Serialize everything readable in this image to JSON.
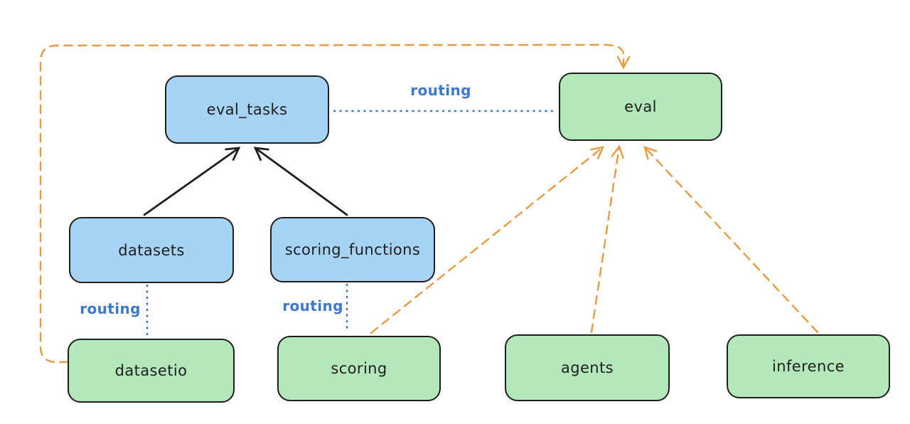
{
  "diagram": {
    "colors": {
      "background": "#ffffff",
      "stroke": "#1e1e1e",
      "blue_fill": "#a7d4f5",
      "green_fill": "#b4e8ba",
      "orange": "#e9993f",
      "blue_line": "#3d78c9"
    },
    "nodes": [
      {
        "id": "eval_tasks",
        "label": "eval_tasks",
        "color": "blue"
      },
      {
        "id": "eval",
        "label": "eval",
        "color": "green"
      },
      {
        "id": "datasets",
        "label": "datasets",
        "color": "blue"
      },
      {
        "id": "scoring_functions",
        "label": "scoring_functions",
        "color": "blue"
      },
      {
        "id": "datasetio",
        "label": "datasetio",
        "color": "green"
      },
      {
        "id": "scoring",
        "label": "scoring",
        "color": "green"
      },
      {
        "id": "agents",
        "label": "agents",
        "color": "green"
      },
      {
        "id": "inference",
        "label": "inference",
        "color": "green"
      }
    ],
    "edges": [
      {
        "from": "datasets",
        "to": "eval_tasks",
        "style": "solid-black-arrow",
        "label": ""
      },
      {
        "from": "scoring_functions",
        "to": "eval_tasks",
        "style": "solid-black-arrow",
        "label": ""
      },
      {
        "from": "eval_tasks",
        "to": "eval",
        "style": "dotted-blue",
        "label": "routing"
      },
      {
        "from": "datasets",
        "to": "datasetio",
        "style": "dotted-blue",
        "label": "routing"
      },
      {
        "from": "scoring_functions",
        "to": "scoring",
        "style": "dotted-blue",
        "label": "routing"
      },
      {
        "from": "datasetio",
        "to": "eval",
        "style": "dashed-orange-arrow",
        "label": ""
      },
      {
        "from": "scoring",
        "to": "eval",
        "style": "dashed-orange-arrow",
        "label": ""
      },
      {
        "from": "agents",
        "to": "eval",
        "style": "dashed-orange-arrow",
        "label": ""
      },
      {
        "from": "inference",
        "to": "eval",
        "style": "dashed-orange-arrow",
        "label": ""
      }
    ]
  }
}
